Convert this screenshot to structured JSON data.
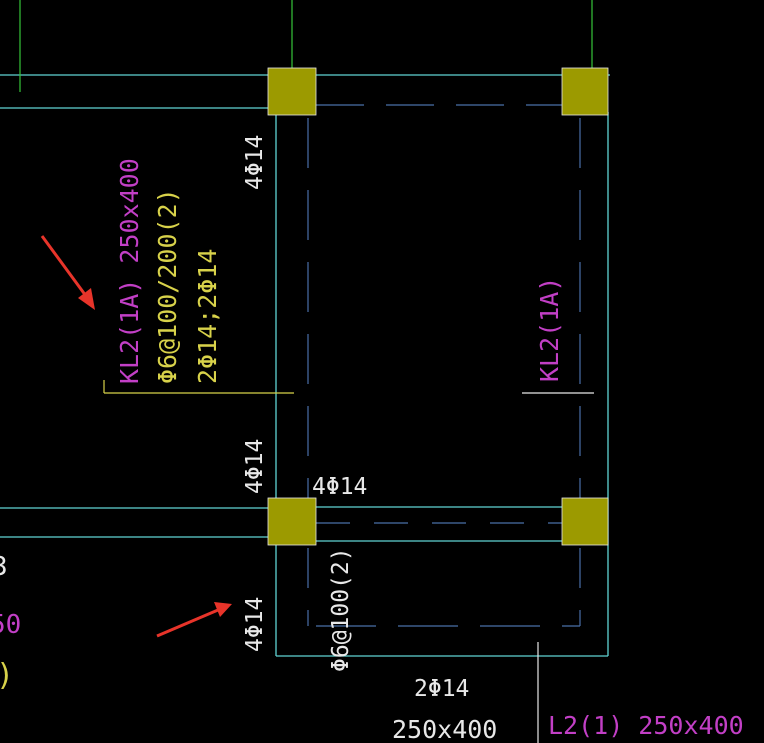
{
  "colors": {
    "background": "#000000",
    "beam_line": "#5fd3d3",
    "center_line": "#4a6fa8",
    "column_fill": "#9c9a00",
    "leader_green": "#35c53a",
    "leader_yellow": "#d8d24a",
    "text_white": "#e8e8e8",
    "text_magenta": "#c23fc6",
    "text_yellow": "#d8d24a",
    "arrow_red": "#e8342a"
  },
  "labels": {
    "beam_left_name": "KL2(1A) 250x400",
    "beam_left_stirrup": "Φ6@100/200(2)",
    "beam_left_rebar": "2Φ14;2Φ14",
    "beam_right_name": "KL2(1A)",
    "rebar_upper": "4Φ14",
    "rebar_middle": "4Φ14",
    "rebar_lower": "4Φ14",
    "rebar_horizontal": "4Φ14",
    "stirrup_vertical": "Φ6@100(2)",
    "bottom_rebar": "2Φ14",
    "bottom_size": "250x400",
    "bottom_beam": "L2(1) 250x400",
    "edge_fragment_1": "3",
    "edge_fragment_2": "50",
    "edge_fragment_3": ")"
  }
}
